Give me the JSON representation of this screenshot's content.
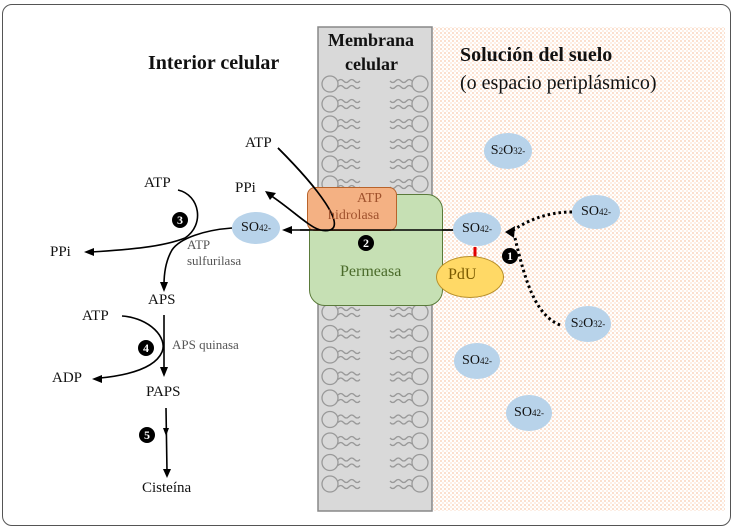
{
  "regions": {
    "interior": "Interior celular",
    "membrane_line1": "Membrana",
    "membrane_line2": "celular",
    "soil_line1": "Solución del suelo",
    "soil_line2": "(o espacio periplásmico)"
  },
  "proteins": {
    "atp_hydrolase_line1": "ATP",
    "atp_hydrolase_line2": "hidrolasa",
    "permease": "Permeasa",
    "pdu": "PdU"
  },
  "enzymes": {
    "atp_sulfurylase_line1": "ATP",
    "atp_sulfurylase_line2": "sulfurilasa",
    "aps_kinase": "APS quinasa"
  },
  "metabolites": {
    "atp_top": "ATP",
    "ppi_top": "PPi",
    "atp_step3": "ATP",
    "ppi_step3": "PPi",
    "aps": "APS",
    "atp_step4": "ATP",
    "adp": "ADP",
    "paps": "PAPS",
    "cysteine": "Cisteína"
  },
  "ions": {
    "sulfate_base": "SO",
    "sulfate_sub": "4",
    "sulfate_sup": "2-",
    "thiosulfate_s": "S",
    "thiosulfate_s_sub": "2",
    "thiosulfate_o": "O",
    "thiosulfate_o_sub": "3",
    "thiosulfate_sup": "2-"
  },
  "steps": [
    "1",
    "2",
    "3",
    "4",
    "5"
  ],
  "colors": {
    "membrane": "#d9d9d9",
    "permease": "#c6e0b4",
    "hydrolase": "#f4b183",
    "pdu": "#ffd966",
    "ion": "#b8d3ea",
    "soil_dots": "#f8cbad",
    "link": "#e00000"
  }
}
